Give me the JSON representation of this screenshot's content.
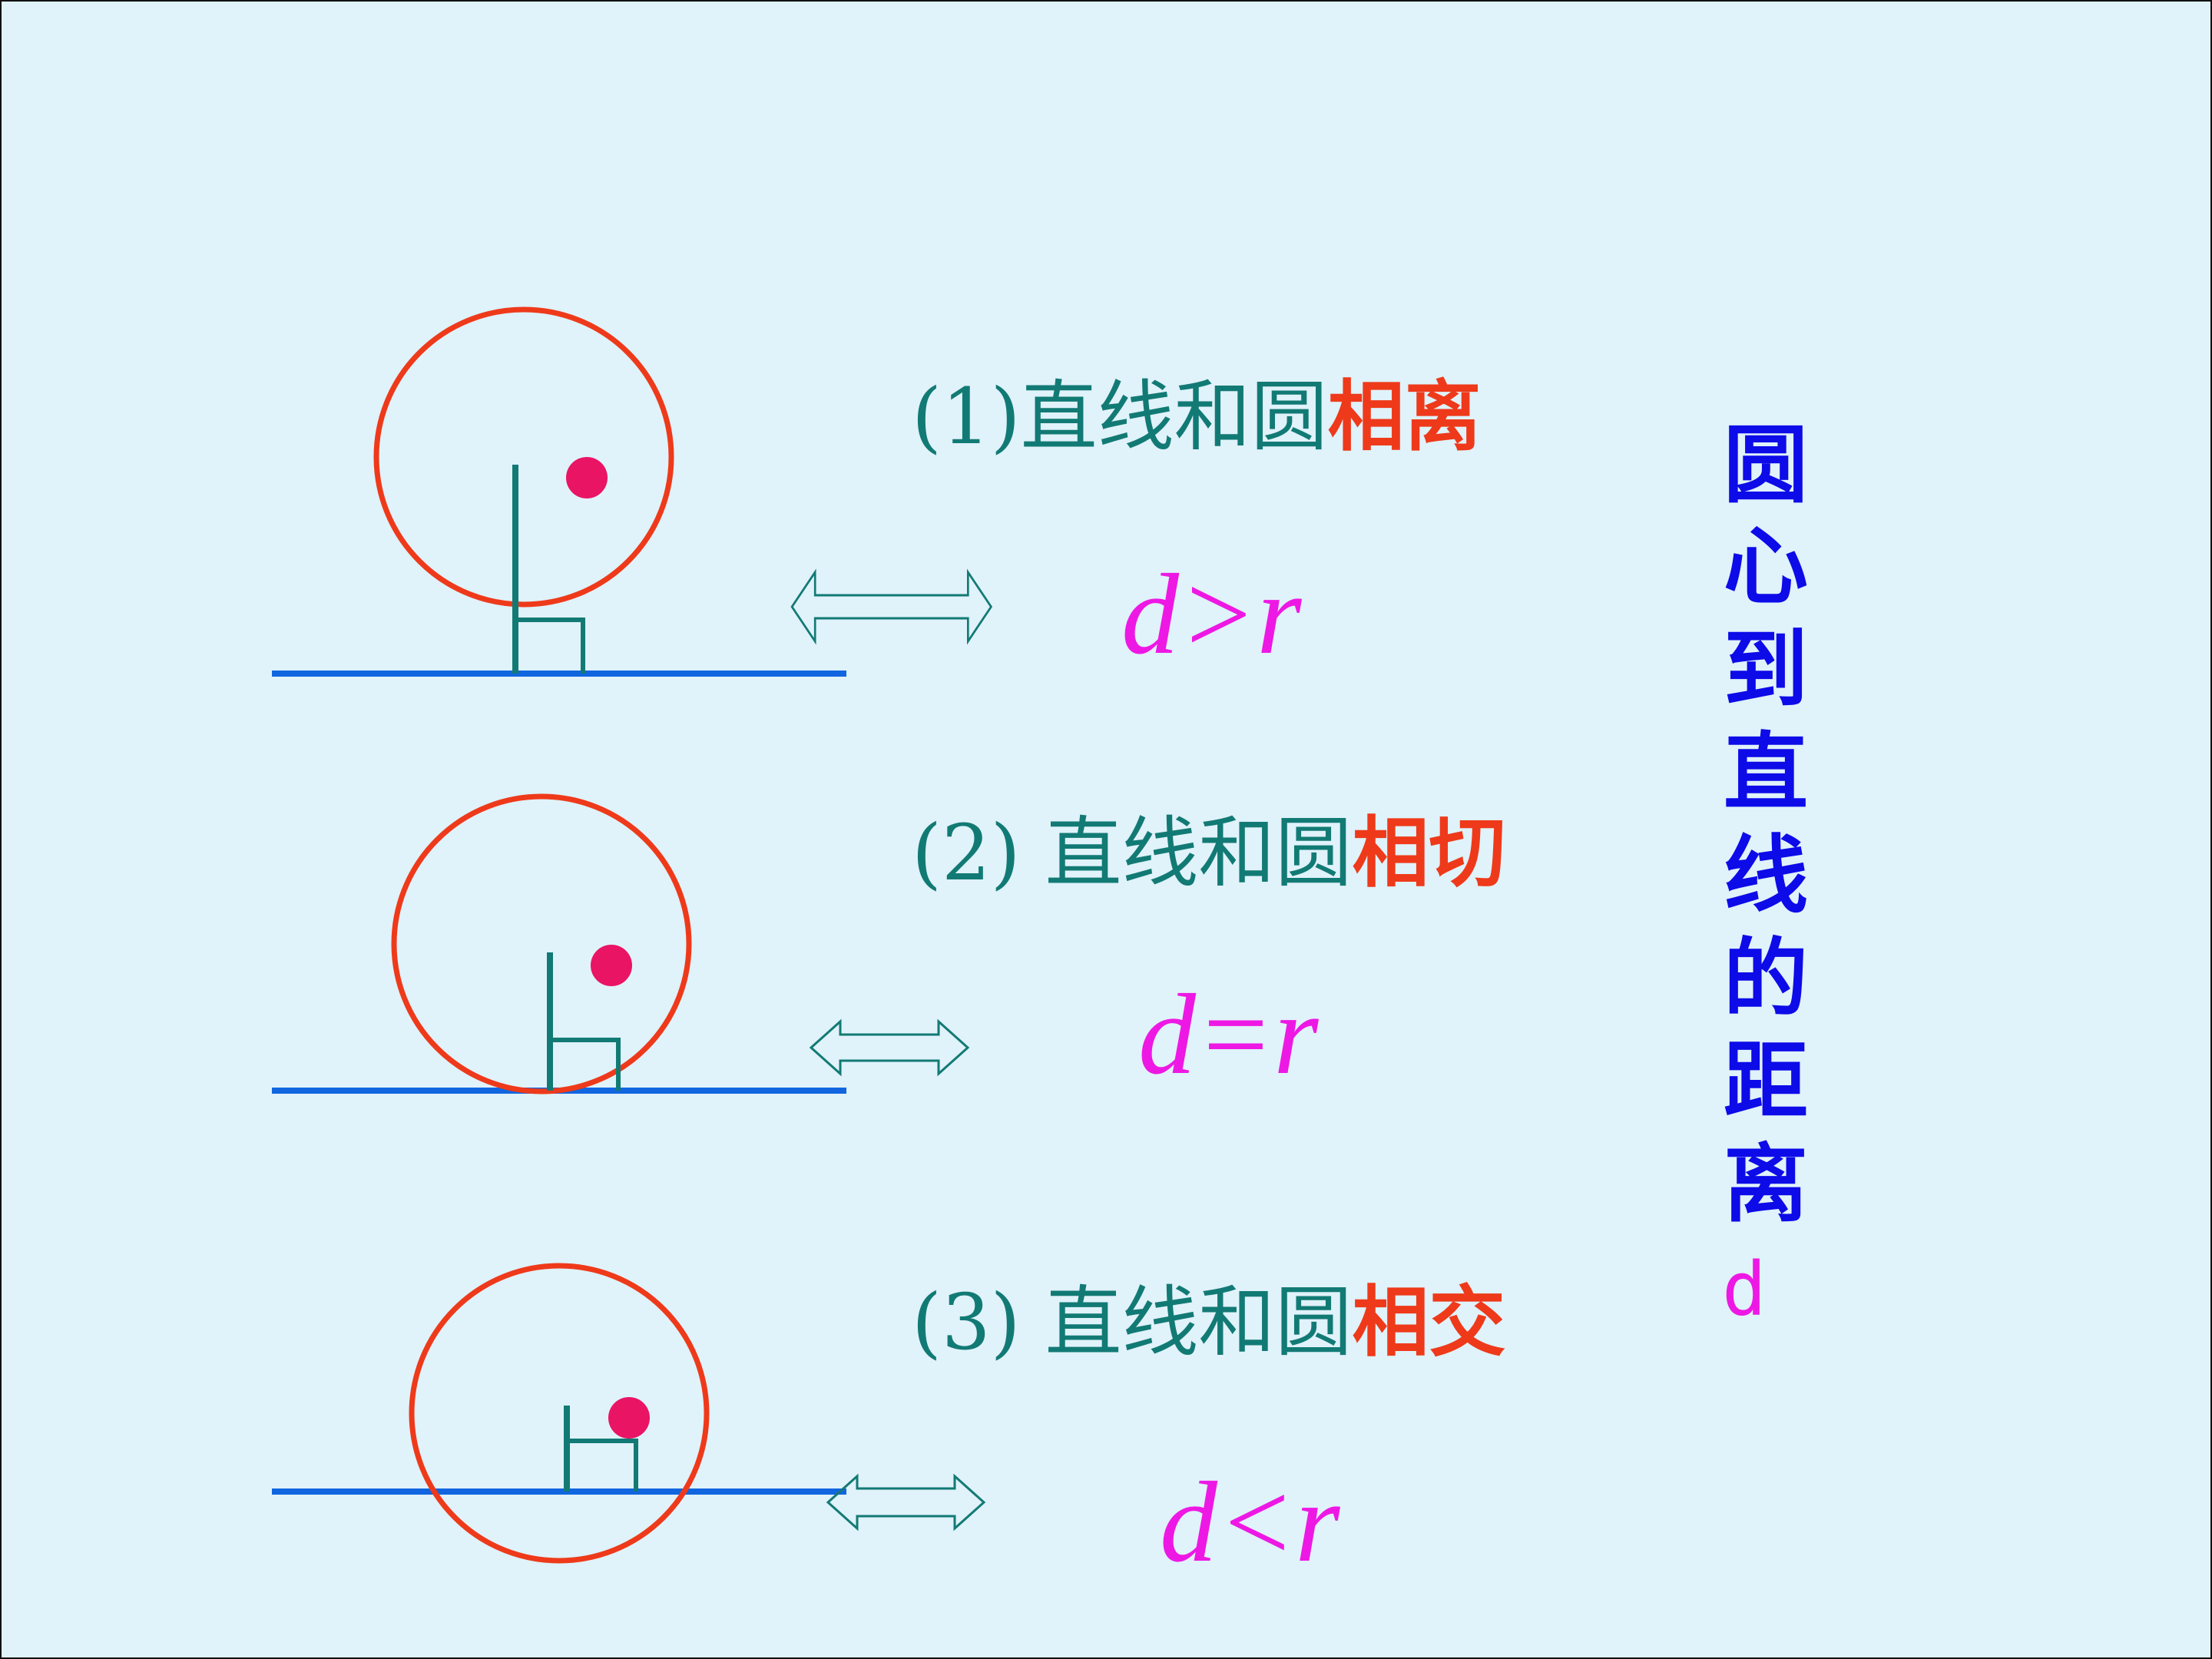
{
  "colors": {
    "background": "#e0f2fa",
    "circle": "#ee3a1a",
    "line": "#1166e0",
    "perpendicular": "#127a74",
    "center_dot": "#ea1464",
    "label_text": "#127a74",
    "relation_text": "#ee3a1a",
    "formula": "#ee18e4",
    "vertical_title": "#0d0be8",
    "d_symbol": "#ee18e4"
  },
  "cases": [
    {
      "prefix": "(1)直线和圆",
      "relation": "相离",
      "formula": "d>r"
    },
    {
      "prefix": "(2) 直线和圆",
      "relation": "相切",
      "formula": "d=r"
    },
    {
      "prefix": "(3) 直线和圆",
      "relation": "相交",
      "formula": "d<r"
    }
  ],
  "vertical_title": {
    "chars": [
      "圆",
      "心",
      "到",
      "直",
      "线",
      "的",
      "距",
      "离"
    ],
    "symbol": "d"
  },
  "icons": [
    "double-arrow-icon"
  ]
}
